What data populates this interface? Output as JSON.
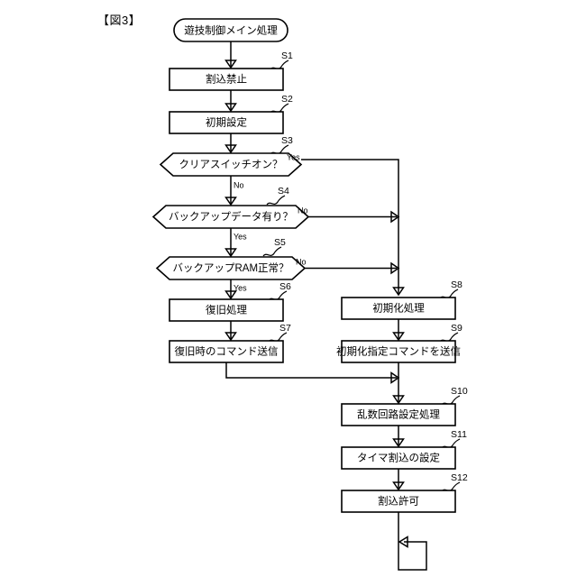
{
  "figure": {
    "label": "【図3】"
  },
  "flowchart": {
    "start": {
      "id": "",
      "label": "遊技制御メイン処理",
      "shape": "terminator"
    },
    "nodes": [
      {
        "step": "S1",
        "label": "割込禁止",
        "shape": "process"
      },
      {
        "step": "S2",
        "label": "初期設定",
        "shape": "process"
      },
      {
        "step": "S3",
        "label": "クリアスイッチオン？",
        "shape": "decision"
      },
      {
        "step": "S4",
        "label": "バックアップデータ有り？",
        "shape": "decision"
      },
      {
        "step": "S5",
        "label": "バックアップRAM正常？",
        "shape": "decision"
      },
      {
        "step": "S6",
        "label": "復旧処理",
        "shape": "process"
      },
      {
        "step": "S7",
        "label": "復旧時のコマンド送信",
        "shape": "process"
      },
      {
        "step": "S8",
        "label": "初期化処理",
        "shape": "process"
      },
      {
        "step": "S9",
        "label": "初期化指定コマンドを送信",
        "shape": "process"
      },
      {
        "step": "S10",
        "label": "乱数回路設定処理",
        "shape": "process"
      },
      {
        "step": "S11",
        "label": "タイマ割込の設定",
        "shape": "process"
      },
      {
        "step": "S12",
        "label": "割込許可",
        "shape": "process"
      }
    ],
    "branches": [
      {
        "from": "S3",
        "label": "Yes"
      },
      {
        "from": "S3",
        "label": "No"
      },
      {
        "from": "S4",
        "label": "No"
      },
      {
        "from": "S4",
        "label": "Yes"
      },
      {
        "from": "S5",
        "label": "No"
      },
      {
        "from": "S5",
        "label": "Yes"
      }
    ],
    "colors": {
      "stroke": "#000000",
      "fill": "#ffffff",
      "background": "#ffffff"
    }
  }
}
